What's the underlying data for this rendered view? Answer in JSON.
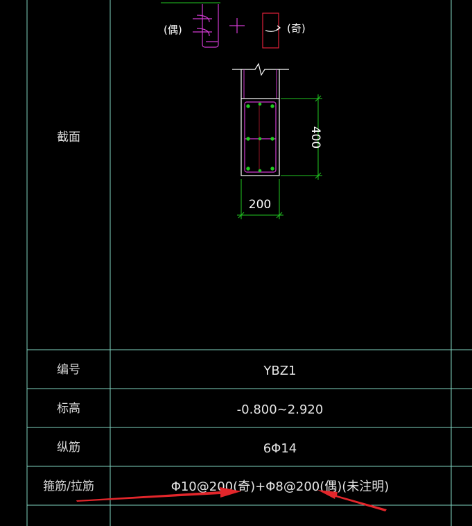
{
  "markers": {
    "even": "(偶)",
    "odd": "(奇)"
  },
  "dimensions": {
    "width": "200",
    "height": "400"
  },
  "table": {
    "section_label": "截面",
    "rows": [
      {
        "label": "编号",
        "value": "YBZ1"
      },
      {
        "label": "标高",
        "value": "-0.800~2.920"
      },
      {
        "label": "纵筋",
        "value": "6Φ14"
      },
      {
        "label": "箍筋/拉筋",
        "value": "Φ10@200(奇)+Φ8@200(偶)(未注明)"
      }
    ]
  },
  "colors": {
    "background": "#000000",
    "grid": "#7fd4c0",
    "drawing": "#ffffff",
    "dimension": "#22c822",
    "stirrup": "#d23bd2",
    "hoop_odd": "#e0203a",
    "annotation_arrow": "#e3262b"
  }
}
